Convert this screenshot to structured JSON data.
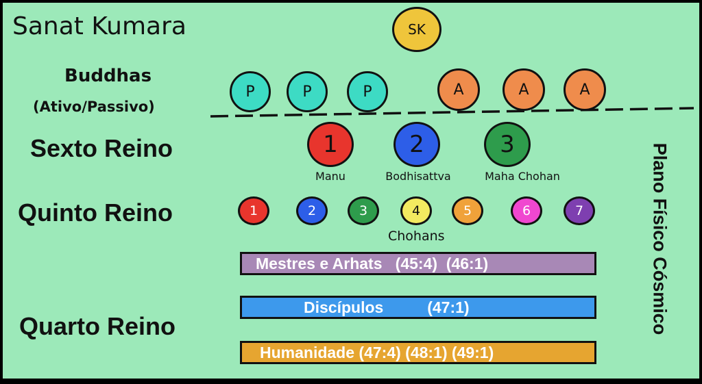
{
  "top": {
    "title": "Sanat Kumara",
    "badge": "SK",
    "badge_color": "#efc53b"
  },
  "buddhas": {
    "label_line1": "Buddhas",
    "label_line2": "(Ativo/Passivo)",
    "passive": {
      "letter": "P",
      "color": "#3ddbc4",
      "count": 3
    },
    "active": {
      "letter": "A",
      "color": "#ef8c4c",
      "count": 3
    }
  },
  "sexto_reino": {
    "label": "Sexto Reino",
    "items": [
      {
        "number": "1",
        "name": "Manu",
        "color": "#e8352d"
      },
      {
        "number": "2",
        "name": "Bodhisattva",
        "color": "#2d5ee8"
      },
      {
        "number": "3",
        "name": "Maha Chohan",
        "color": "#2e9c4c"
      }
    ]
  },
  "quinto_reino": {
    "label": "Quinto Reino",
    "group_label": "Chohans",
    "rays": [
      {
        "number": "1",
        "color": "#e8352d",
        "text_color": "#ffffff"
      },
      {
        "number": "2",
        "color": "#2d5ee8",
        "text_color": "#ffffff"
      },
      {
        "number": "3",
        "color": "#2e9c4c",
        "text_color": "#ffffff"
      },
      {
        "number": "4",
        "color": "#f3ea60",
        "text_color": "#111111"
      },
      {
        "number": "5",
        "color": "#f0a23a",
        "text_color": "#ffffff"
      },
      {
        "number": "6",
        "color": "#f047d0",
        "text_color": "#ffffff"
      },
      {
        "number": "7",
        "color": "#7e3fb0",
        "text_color": "#ffffff"
      }
    ]
  },
  "quarto_reino": {
    "label": "Quarto Reino",
    "bars": [
      {
        "text": "Mestres e Arhats   (45:4)  (46:1)",
        "color": "#a888b6"
      },
      {
        "text": "Discípulos          (47:1)",
        "color": "#3d99ec"
      },
      {
        "text": "Humanidade (47:4) (48:1) (49:1)",
        "color": "#e6a530"
      }
    ]
  },
  "side_label": "Plano Físico Cósmico"
}
